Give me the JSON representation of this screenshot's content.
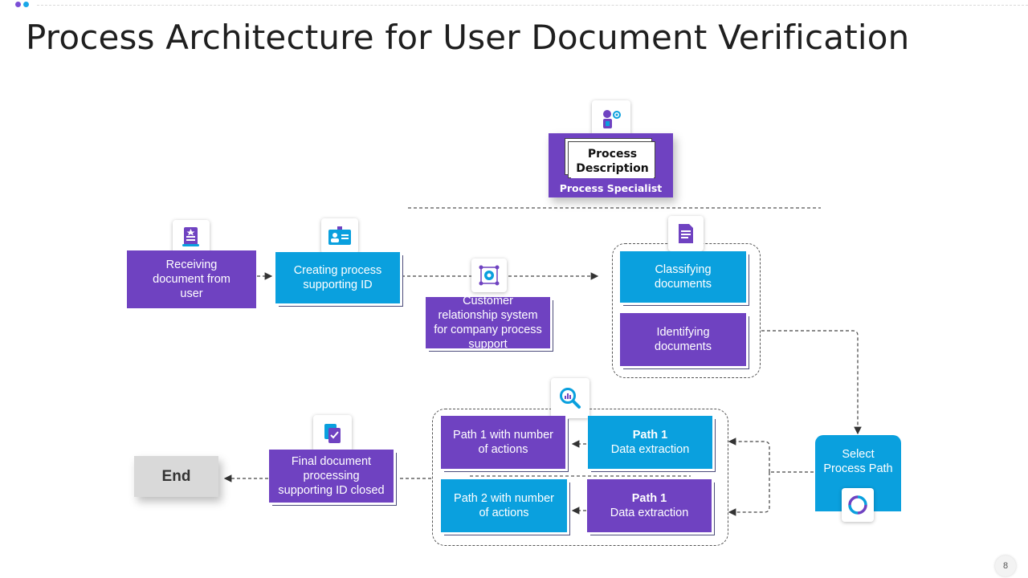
{
  "title": "Process Architecture for User Document Verification",
  "page_number": "8",
  "specialist": {
    "card_line1": "Process",
    "card_line2": "Description",
    "label": "Process Specialist"
  },
  "nodes": {
    "receiving": "Receiving document from user",
    "creating": "Creating process supporting ID",
    "crm": "Customer relationship system for company process support",
    "classifying": "Classifying documents",
    "identifying": "Identifying documents",
    "select_path": "Select Process Path",
    "path1_extract_title": "Path 1",
    "path1_extract_sub": "Data extraction",
    "path2_extract_title": "Path 1",
    "path2_extract_sub": "Data extraction",
    "path1_actions": "Path 1 with number of actions",
    "path2_actions": "Path 2 with number of actions",
    "final": "Final document processing supporting ID closed",
    "end": "End"
  },
  "colors": {
    "purple": "#6f42c1",
    "blue": "#0aa0de",
    "end_gray": "#d9d9d9"
  },
  "icons": {
    "specialist": "specialist-badge-icon",
    "receiving": "certificate-scroll-icon",
    "creating": "id-card-icon",
    "crm": "network-hub-icon",
    "classifying": "document-icon",
    "path": "magnifier-chart-icon",
    "final": "document-check-icon",
    "select": "cycle-icon"
  }
}
